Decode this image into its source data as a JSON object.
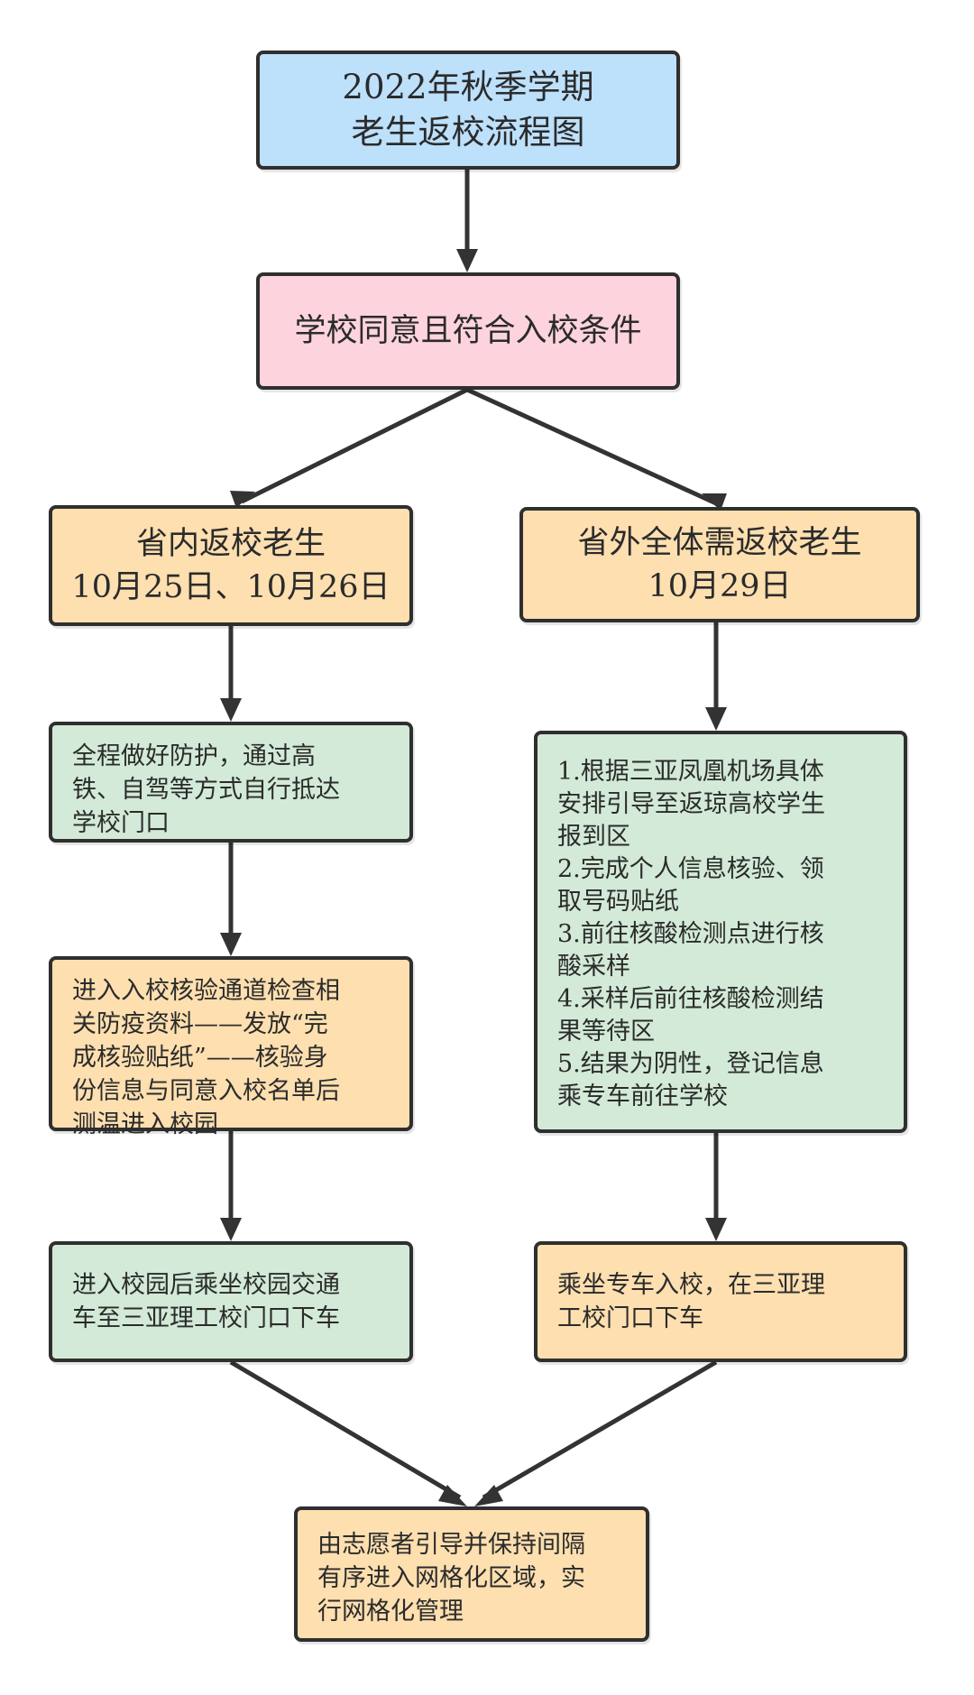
{
  "colors": {
    "title_fill": "#bde0fb",
    "condition_fill": "#fdd4dd",
    "orange_fill": "#fddfb0",
    "green_fill": "#d2ead7",
    "outline": "#2f2f2f",
    "arrow": "#333333"
  },
  "title": {
    "line1": "2022年秋季学期",
    "line2": "老生返校流程图"
  },
  "condition": {
    "text": "学校同意且符合入校条件"
  },
  "left_branch": {
    "header_line1": "省内返校老生",
    "header_line2": "10月25日、10月26日",
    "step1": [
      "全程做好防护，通过高",
      "铁、自驾等方式自行抵达",
      "学校门口"
    ],
    "step2": [
      "进入入校核验通道检查相",
      "关防疫资料——发放“完",
      "成核验贴纸”——核验身",
      "份信息与同意入校名单后",
      "测温进入校园"
    ],
    "step3": [
      "进入校园后乘坐校园交通",
      "车至三亚理工校门口下车"
    ]
  },
  "right_branch": {
    "header_line1": "省外全体需返校老生",
    "header_line2": "10月29日",
    "step1": [
      "1.根据三亚凤凰机场具体",
      "安排引导至返琼高校学生",
      "报到区",
      "2.完成个人信息核验、领",
      "取号码贴纸",
      "3.前往核酸检测点进行核",
      "酸采样",
      "4.采样后前往核酸检测结",
      "果等待区",
      "5.结果为阴性，登记信息",
      "乘专车前往学校"
    ],
    "step2": [
      "乘坐专车入校，在三亚理",
      "工校门口下车"
    ]
  },
  "final": {
    "lines": [
      "由志愿者引导并保持间隔",
      "有序进入网格化区域，实",
      "行网格化管理"
    ]
  }
}
